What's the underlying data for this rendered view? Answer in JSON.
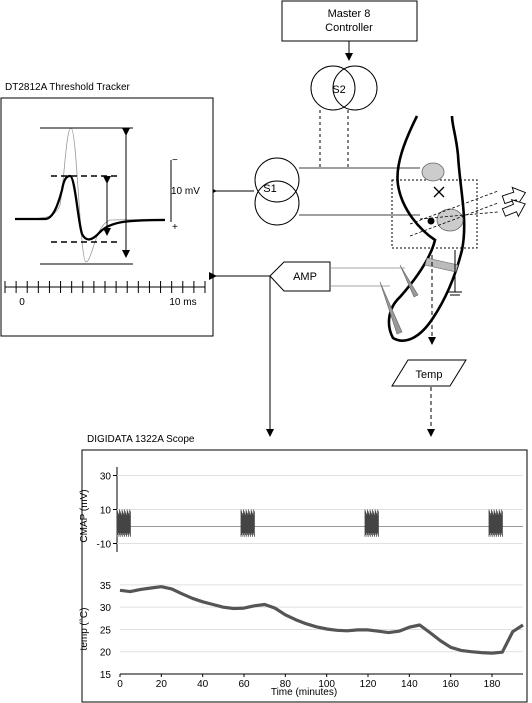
{
  "labels": {
    "controller": [
      "Master 8",
      "Controller"
    ],
    "s2": "S2",
    "s1": "S1",
    "amp": "AMP",
    "temp": "Temp",
    "tracker_title": "DT2812A Threshold Tracker",
    "tracker_scale_voltage": "10 mV",
    "tracker_scale_minus": "−",
    "tracker_scale_plus": "+",
    "tracker_time_start": "0",
    "tracker_time_end": "10 ms",
    "scope_title": "DIGIDATA 1322A Scope"
  },
  "chart_data": [
    {
      "type": "line",
      "ylabel": "CMAP (mV)",
      "xlabel": "",
      "ylim": [
        -15,
        35
      ],
      "yticks": [
        30,
        10,
        -10
      ],
      "bursts_at_minutes": [
        0,
        60,
        120,
        180
      ],
      "burst_amplitude_mV": [
        -6,
        10
      ],
      "grid": "horizontal"
    },
    {
      "type": "line",
      "xlabel": "Time (minutes)",
      "ylabel": "temp (°C)",
      "xlim": [
        0,
        195
      ],
      "ylim": [
        15,
        37
      ],
      "xticks": [
        0,
        20,
        40,
        60,
        80,
        100,
        120,
        140,
        160,
        180
      ],
      "yticks": [
        15,
        20,
        25,
        30,
        35
      ],
      "grid": "horizontal",
      "series": [
        {
          "x": [
            0,
            5,
            10,
            15,
            20,
            25,
            30,
            35,
            40,
            45,
            50,
            55,
            60,
            65,
            70,
            75,
            80,
            85,
            90,
            95,
            100,
            105,
            110,
            115,
            120,
            125,
            130,
            135,
            140,
            145,
            150,
            155,
            160,
            165,
            170,
            175,
            180,
            185,
            190,
            195
          ],
          "y": [
            33.8,
            33.5,
            34.0,
            34.3,
            34.6,
            34.1,
            33.0,
            32.0,
            31.2,
            30.6,
            30.0,
            29.7,
            29.8,
            30.3,
            30.6,
            29.8,
            28.3,
            27.2,
            26.3,
            25.6,
            25.1,
            24.8,
            24.7,
            24.9,
            24.9,
            24.6,
            24.3,
            24.6,
            25.5,
            26.0,
            24.3,
            22.5,
            21.0,
            20.3,
            20.0,
            19.8,
            19.7,
            19.9,
            24.5,
            26.0
          ]
        }
      ]
    }
  ]
}
